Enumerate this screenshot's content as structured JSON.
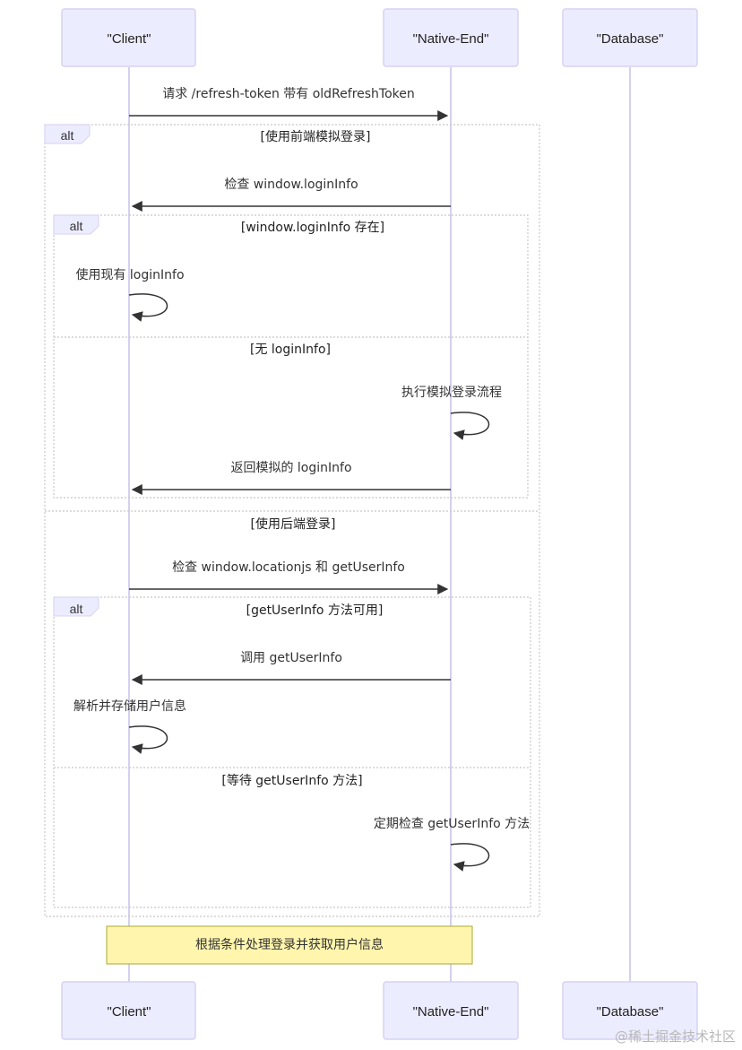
{
  "actors": {
    "client": "\"Client\"",
    "native": "\"Native-End\"",
    "database": "\"Database\""
  },
  "messages": {
    "m1": "请求 /refresh-token 带有 oldRefreshToken",
    "m2": "检查 window.loginInfo",
    "m3": "使用现有 loginInfo",
    "m4": "执行模拟登录流程",
    "m5": "返回模拟的 loginInfo",
    "m6": "检查 window.locationjs 和 getUserInfo",
    "m7": "调用 getUserInfo",
    "m8": "解析并存储用户信息",
    "m9": "定期检查 getUserInfo 方法"
  },
  "frames": {
    "alt_label": "alt",
    "outer_cond1": "[使用前端模拟登录]",
    "outer_cond2": "[使用后端登录]",
    "inner1_cond1": "[window.loginInfo 存在]",
    "inner1_cond2": "[无 loginInfo]",
    "inner2_cond1": "[getUserInfo 方法可用]",
    "inner2_cond2": "[等待 getUserInfo 方法]"
  },
  "note": "根据条件处理登录并获取用户信息",
  "watermark": "@稀土掘金技术社区"
}
